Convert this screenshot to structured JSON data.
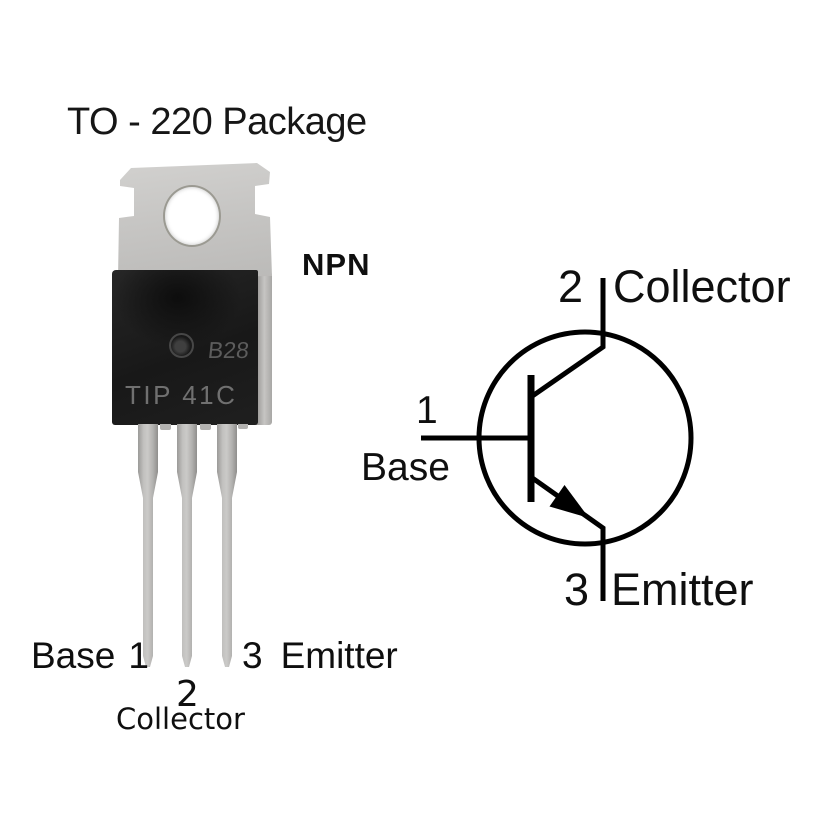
{
  "title": "TO - 220 Package",
  "transistor": {
    "polarity": "NPN",
    "marking_code": "B28",
    "part_number": "TIP 41C",
    "logo_icon": "manufacturer-logo-icon"
  },
  "pinout": {
    "pin1_name": "Base",
    "pin1_number": "1",
    "pin2_number": "2",
    "pin2_name": "Collector",
    "pin3_number": "3",
    "pin3_name": "Emitter"
  },
  "schematic": {
    "collector_number": "2",
    "collector_name": "Collector",
    "base_number": "1",
    "base_name": "Base",
    "emitter_number": "3",
    "emitter_name": "Emitter"
  },
  "colors": {
    "background": "#ffffff",
    "text": "#111111",
    "tab_metal": "#c6c5c3",
    "body_plastic": "#1a1a1a",
    "pin_metal": "#b5b4b2",
    "marking_text": "#6f6f6f",
    "schematic_stroke": "#000000"
  }
}
